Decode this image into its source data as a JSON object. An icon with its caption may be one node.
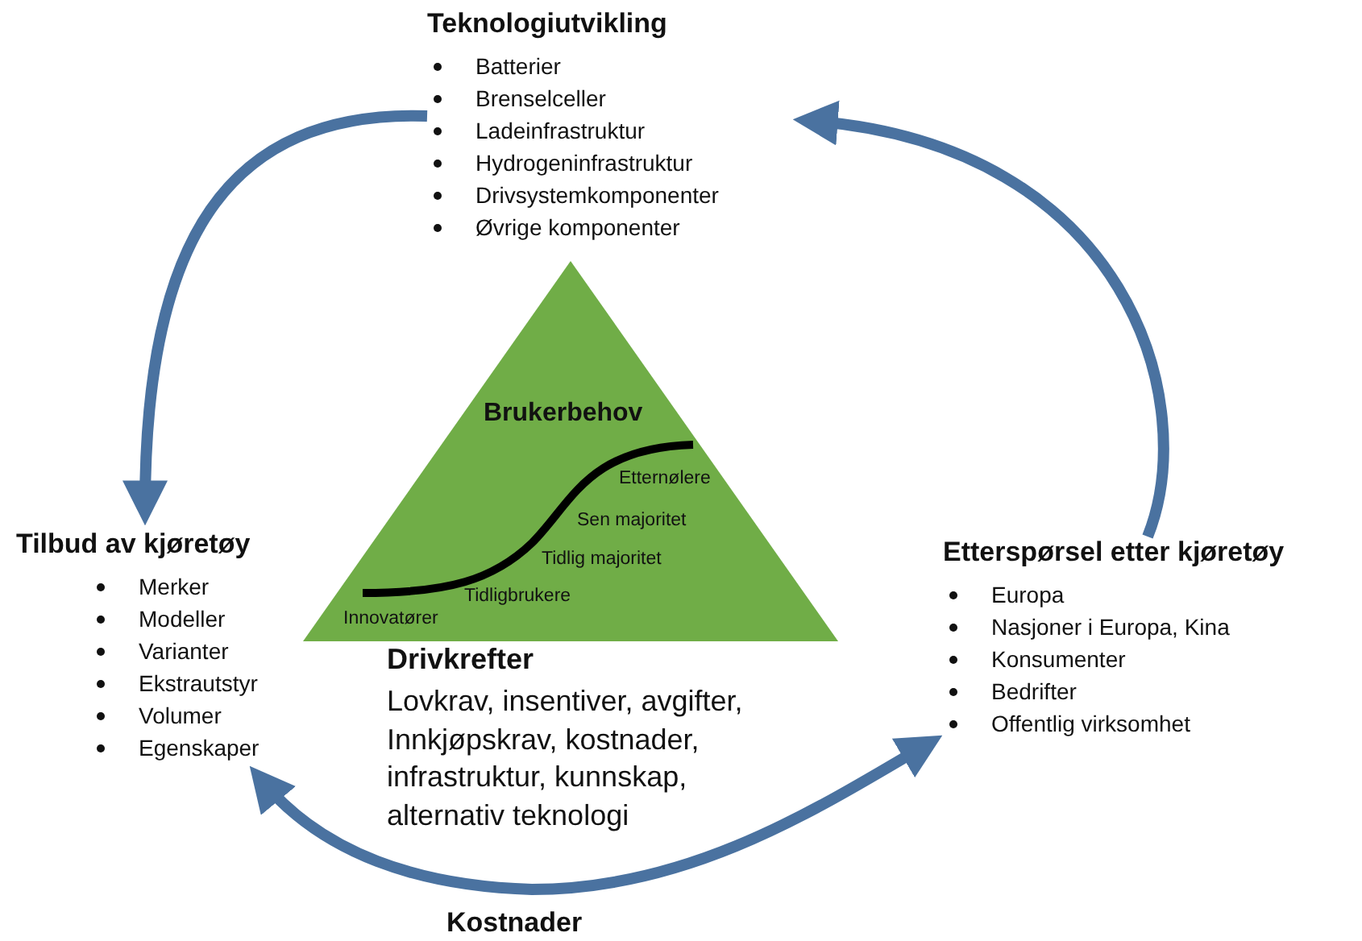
{
  "diagram": {
    "nodes": [
      {
        "text": [
          "Teknologiutvikling",
          "Batterier",
          "Brenselceller",
          "Ladeinfrastruktur",
          "Hydrogeninfrastruktur",
          "Drivsystemkomponenter",
          "Øvrige komponenter"
        ]
      },
      {
        "text": [
          "Tilbud av kjøretøy",
          "Merker",
          "Modeller",
          "Varianter",
          "Ekstrautstyr",
          "Volumer",
          "Egenskaper"
        ]
      },
      {
        "text": [
          "Etterspørsel etter kjøretøy",
          "Europa",
          "Nasjoner i Europa, Kina",
          "Konsumenter",
          "Bedrifter",
          "Offentlig virksomhet"
        ]
      },
      {
        "text": [
          "Brukerbehov",
          "Etternølere",
          "Sen majoritet",
          "Tidlig majoritet",
          "Tidligbrukere",
          "Innovatører"
        ],
        "beside": [
          "Drivkrefter",
          "Lovkrav, insentiver, avgifter, Innkjøpskrav, kostnader, infrastruktur, kunnskap, alternativ teknologi"
        ]
      }
    ],
    "edges": [
      {
        "from": 0,
        "to": 1,
        "arrow": "to"
      },
      {
        "from": 2,
        "to": 0,
        "arrow": "to"
      },
      {
        "from": 1,
        "to": 2,
        "arrow": "both",
        "label": "Kostnader"
      }
    ]
  }
}
